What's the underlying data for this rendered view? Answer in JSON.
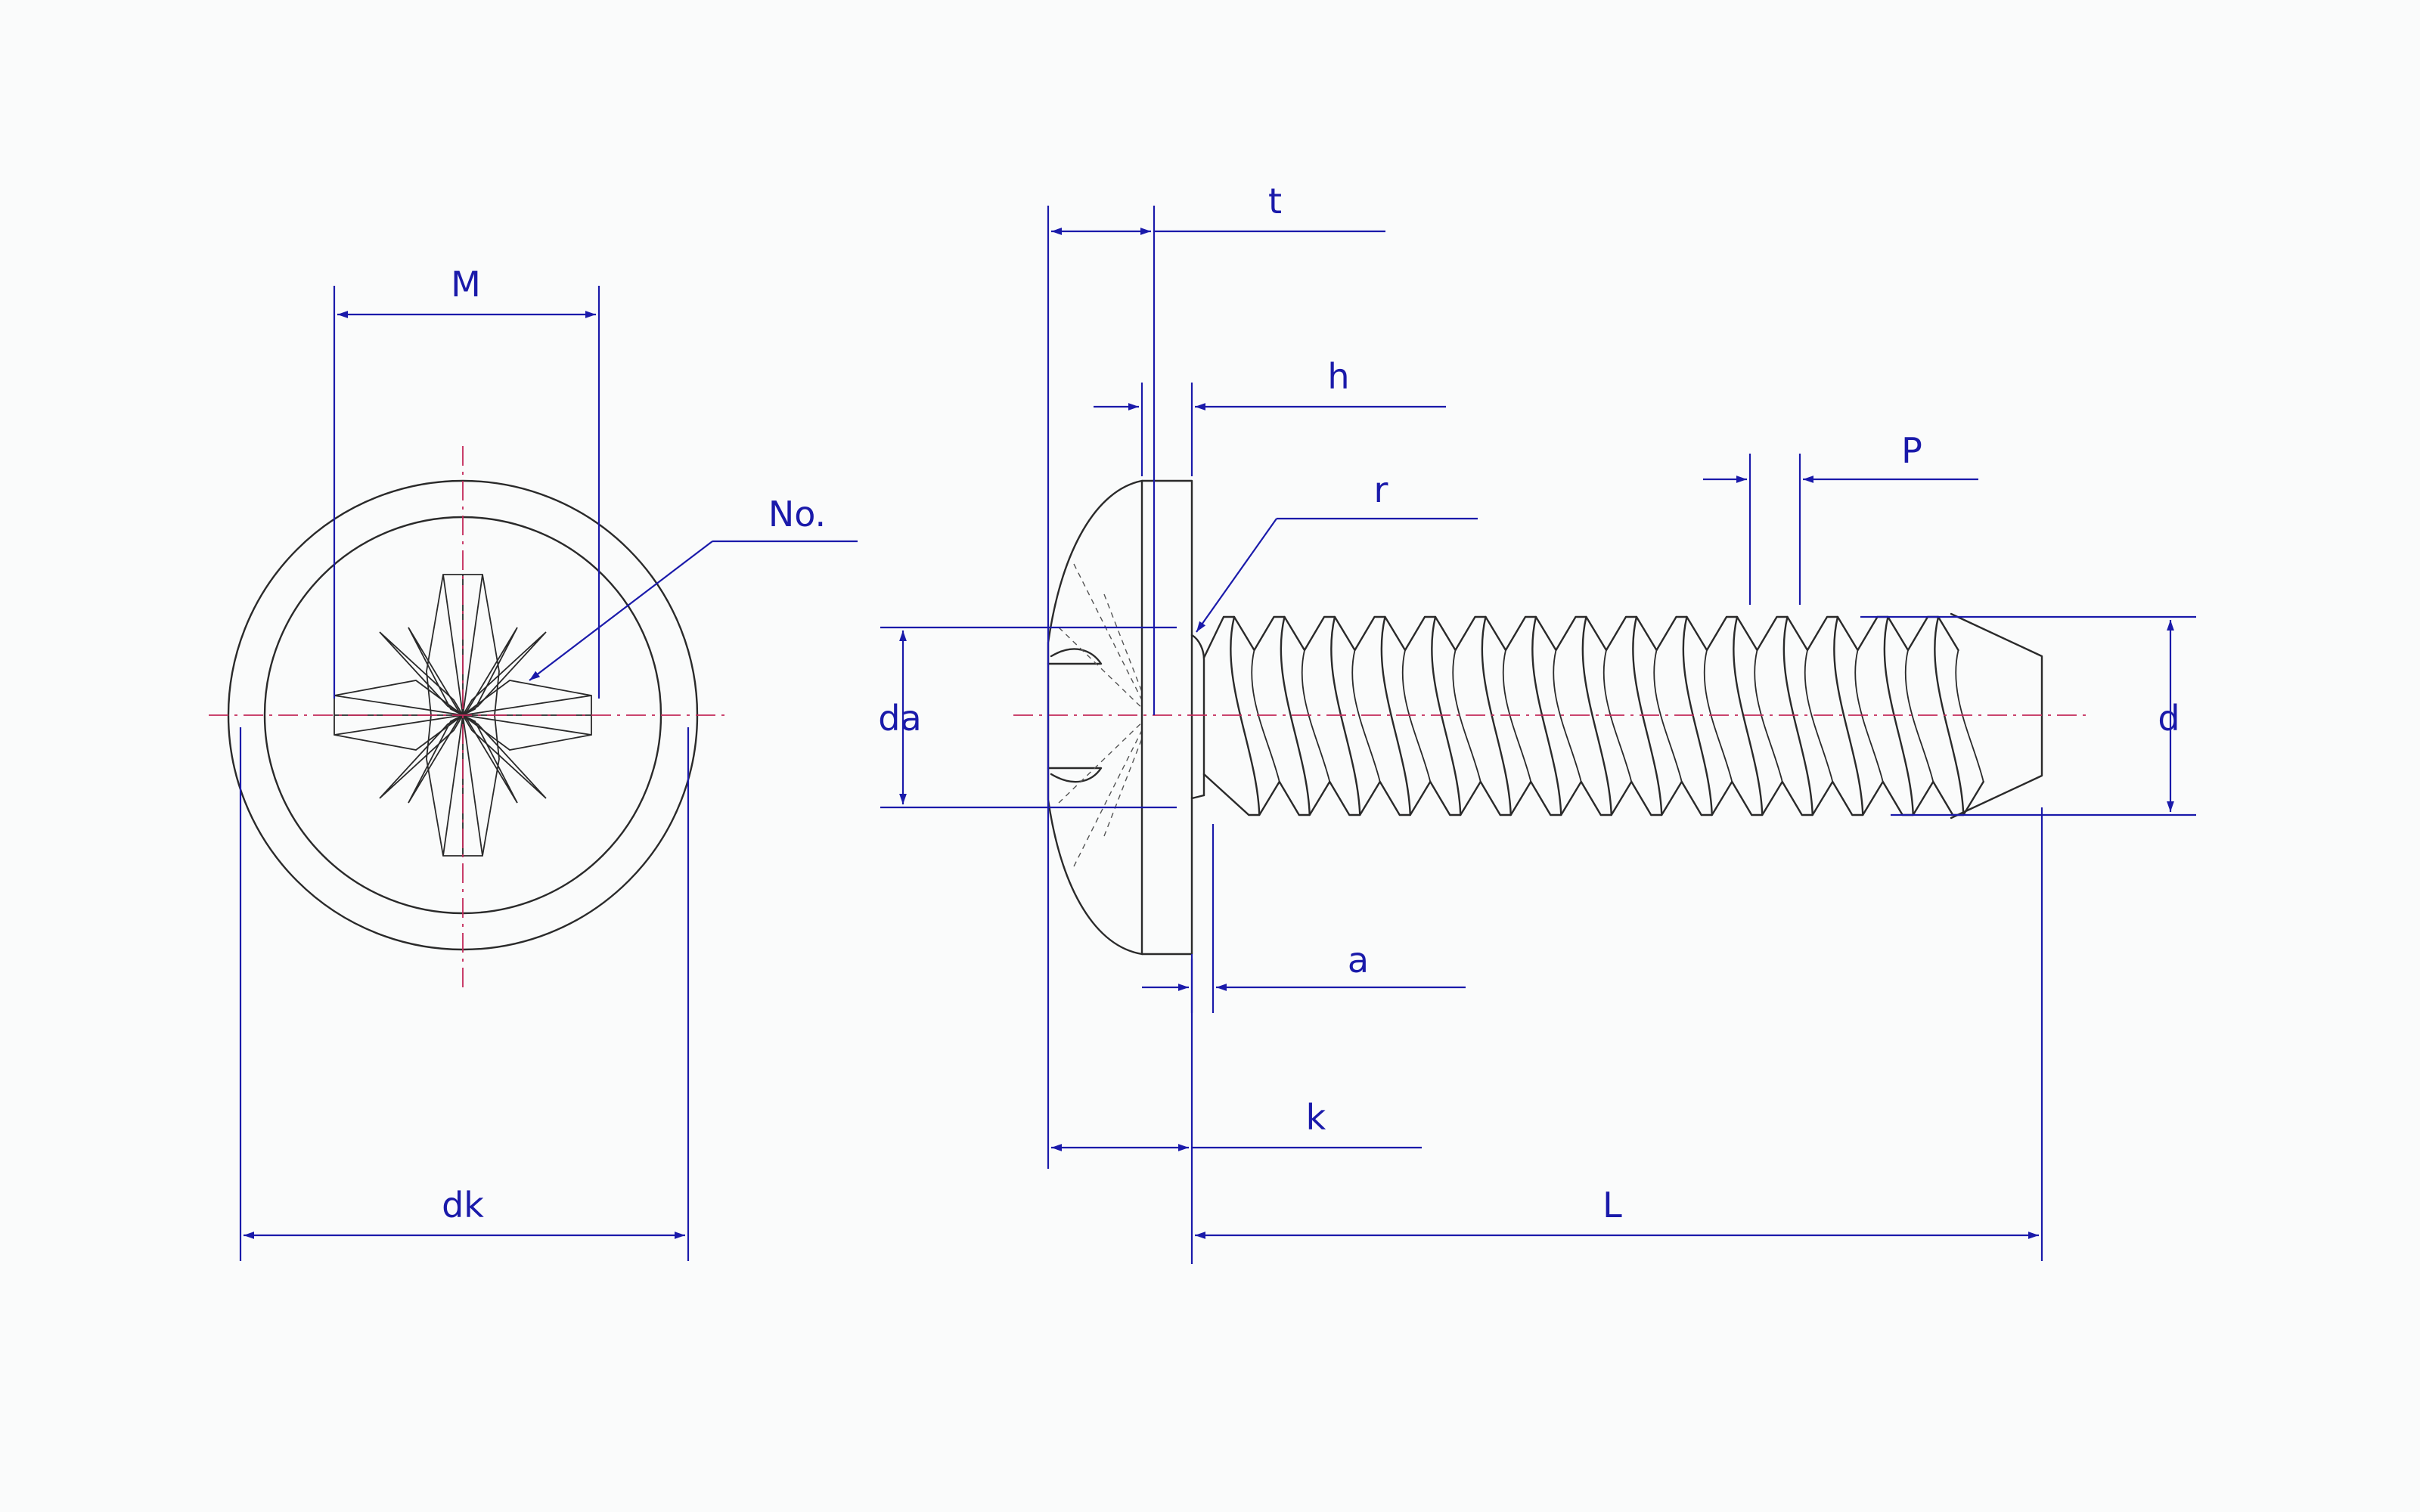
{
  "labels": {
    "M": "M",
    "No": "No.",
    "dk": "dk",
    "t": "t",
    "h": "h",
    "r": "r",
    "P": "P",
    "da": "da",
    "d": "d",
    "a": "a",
    "k": "k",
    "L": "L"
  },
  "colors": {
    "dimension": "#1a1aaa",
    "centerline": "#c42a5a",
    "outline": "#2a2a2a",
    "background": "#fafbfb"
  }
}
